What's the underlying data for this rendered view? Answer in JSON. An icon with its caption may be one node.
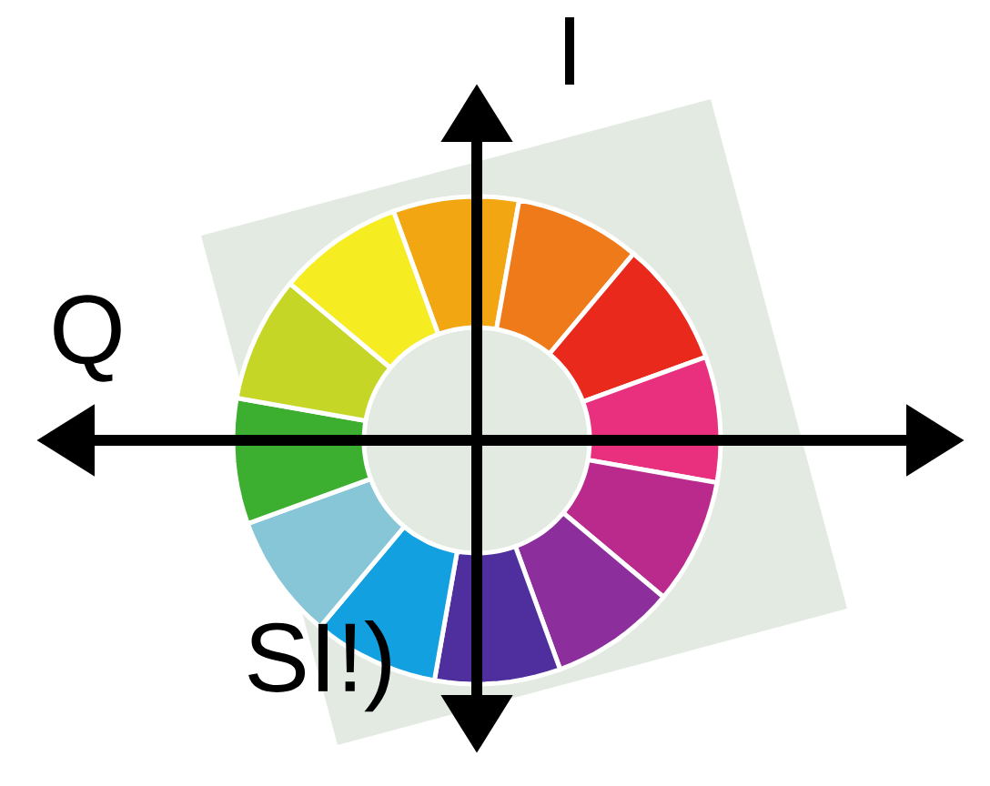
{
  "diagram": {
    "labels": [
      "I",
      "Q",
      "SI!)"
    ]
  }
}
